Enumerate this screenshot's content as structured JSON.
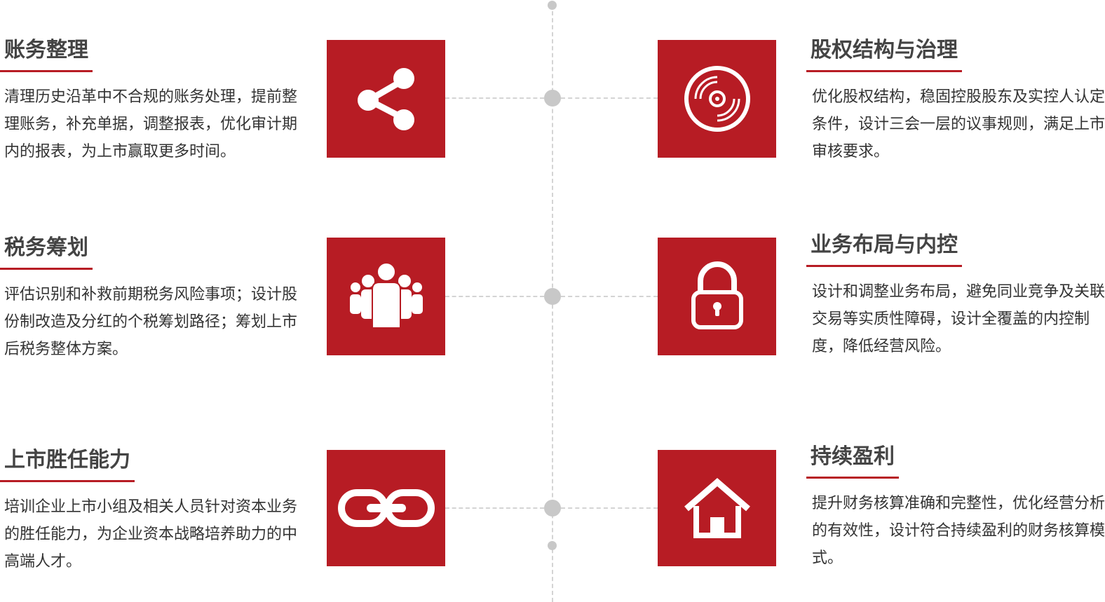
{
  "left": [
    {
      "title": "账务整理",
      "desc": "清理历史沿革中不合规的账务处理，提前整理账务，补充单据，调整报表，优化审计期内的报表，为上市赢取更多时间。",
      "icon": "share-icon"
    },
    {
      "title": "税务筹划",
      "desc": "评估识别和补救前期税务风险事项；设计股份制改造及分红的个税筹划路径；筹划上市后税务整体方案。",
      "icon": "people-group-icon"
    },
    {
      "title": "上市胜任能力",
      "desc": "培训企业上市小组及相关人员针对资本业务的胜任能力，为企业资本战略培养助力的中高端人才。",
      "icon": "chain-link-icon"
    }
  ],
  "right": [
    {
      "title": "股权结构与治理",
      "desc": "优化股权结构，稳固控股股东及实控人认定条件，设计三会一层的议事规则，满足上市审核要求。",
      "icon": "disc-icon"
    },
    {
      "title": "业务布局与内控",
      "desc": "设计和调整业务布局，避免同业竞争及关联交易等实质性障碍，设计全覆盖的内控制度，降低经营风险。",
      "icon": "padlock-icon"
    },
    {
      "title": "持续盈利",
      "desc": "提升财务核算准确和完整性，优化经营分析的有效性，设计符合持续盈利的财务核算模式。",
      "icon": "house-icon"
    }
  ],
  "colors": {
    "accent": "#b71c24",
    "line": "#d4d4d4",
    "dot": "#c8c8c8",
    "title": "#444444",
    "text": "#333333"
  }
}
